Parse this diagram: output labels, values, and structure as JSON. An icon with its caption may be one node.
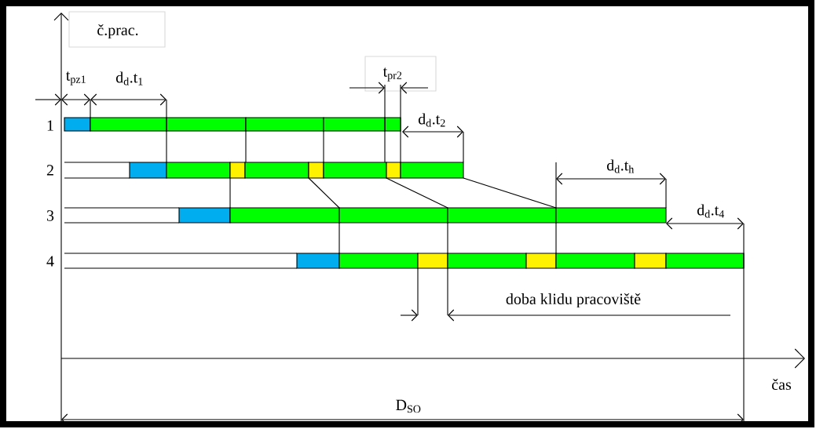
{
  "diagram": {
    "labels": [
      "č.prac.",
      "t$_{pz1}$",
      "d$_{d}$.t$_{1}$",
      "t$_{pr2}$",
      "1",
      "d$_{d}$.t$_{2}$",
      "2",
      "d$_{d}$.t$_{h}$",
      "3",
      "d$_{d}$.t$_{4}$",
      "4",
      "doba klidu pracoviště",
      "čas",
      "D$_{SO}$"
    ]
  }
}
